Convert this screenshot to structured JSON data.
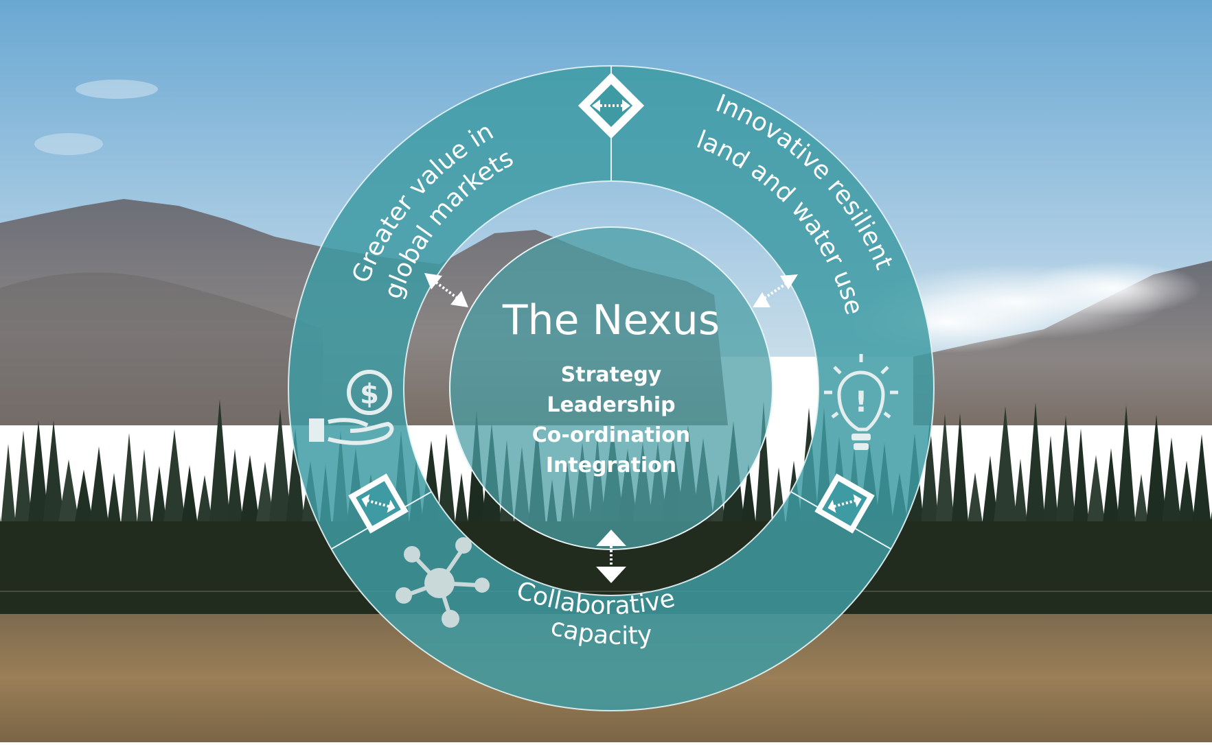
{
  "diagram": {
    "center": {
      "title": "The Nexus",
      "items": [
        "Strategy",
        "Leadership",
        "Co-ordination",
        "Integration"
      ]
    },
    "segments": {
      "left": {
        "line1": "Greater value in",
        "line2": "global markets",
        "icon": "money-in-hand-icon"
      },
      "right": {
        "line1": "Innovative resilient",
        "line2": "land and water use",
        "icon": "lightbulb-exclamation-icon"
      },
      "bottom": {
        "line1": "Collaborative",
        "line2": "capacity",
        "icon": "network-hub-icon"
      }
    },
    "icons": {
      "dollar_glyph": "$",
      "bulb_glyph": "!"
    }
  },
  "colors": {
    "ring": "#3e9ba3",
    "ring_opacity": 0.82,
    "center": "#4a9ea5",
    "center_opacity": 0.72,
    "text": "#ffffff",
    "sky_top": "#7fb3d6",
    "sky_bottom": "#b5d3e6",
    "mountain": "#7c7f86",
    "forest": "#2a3526",
    "grass": "#8a7252"
  }
}
